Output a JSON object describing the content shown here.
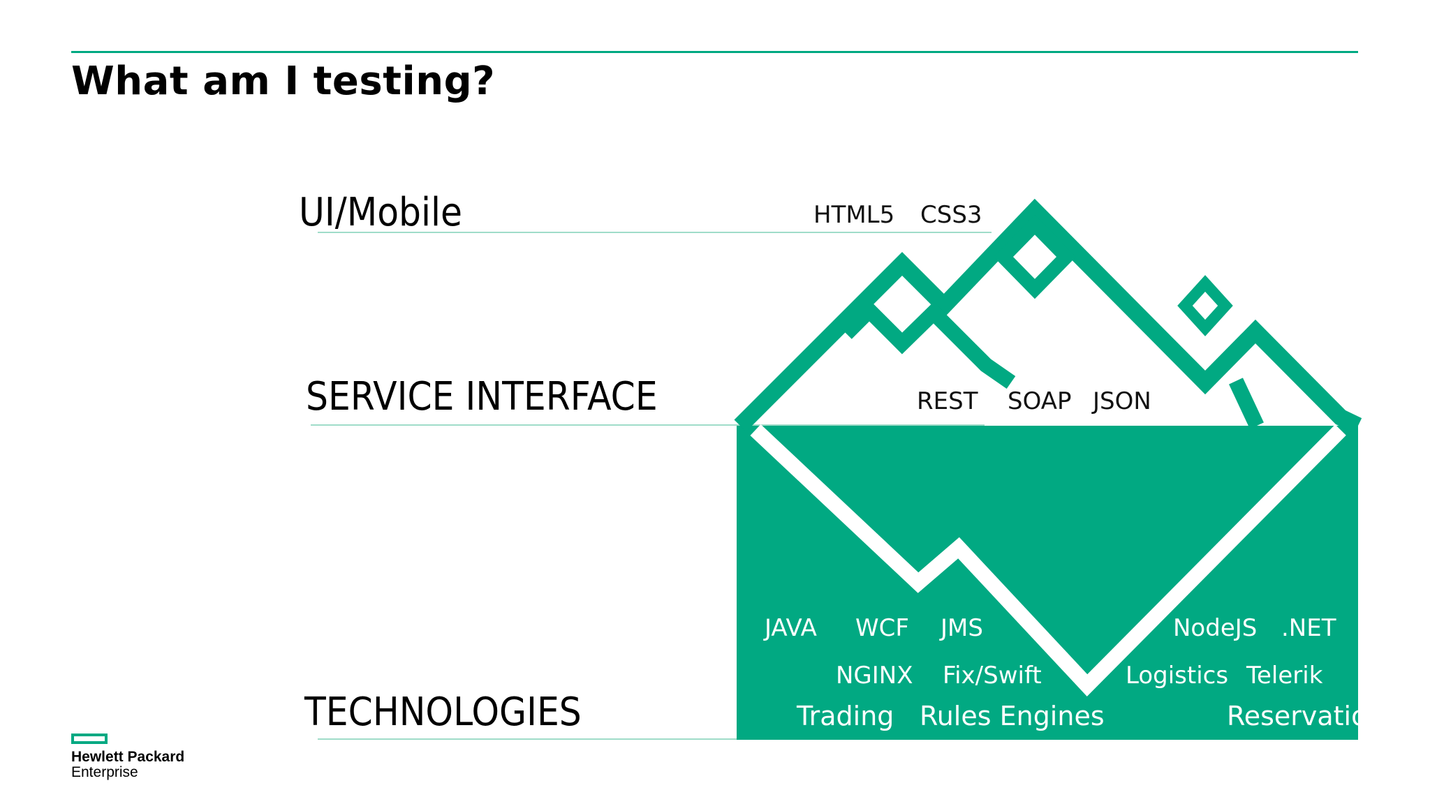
{
  "slide": {
    "title": "What am I testing?"
  },
  "layers": {
    "ui": "UI/Mobile",
    "service": "SERVICE INTERFACE",
    "technologies": "TECHNOLOGIES"
  },
  "ui_techs": [
    "HTML5",
    "CSS3"
  ],
  "service_techs": [
    "REST",
    "SOAP",
    "JSON"
  ],
  "backend_techs": {
    "row1_left": [
      "JAVA",
      "WCF",
      "JMS"
    ],
    "row1_right": [
      "NodeJS",
      ".NET"
    ],
    "row2_left": [
      "NGINX",
      "Fix/Swift"
    ],
    "row2_right": [
      "Logistics",
      "Telerik"
    ],
    "row3_left": [
      "Trading",
      "Rules Engines"
    ],
    "row3_right": [
      "Reservatio"
    ]
  },
  "logo": {
    "line1": "Hewlett Packard",
    "line2": "Enterprise"
  },
  "colors": {
    "accent": "#01a982",
    "separator": "#9fdcc9",
    "text": "#000000",
    "water_text": "#ffffff"
  }
}
